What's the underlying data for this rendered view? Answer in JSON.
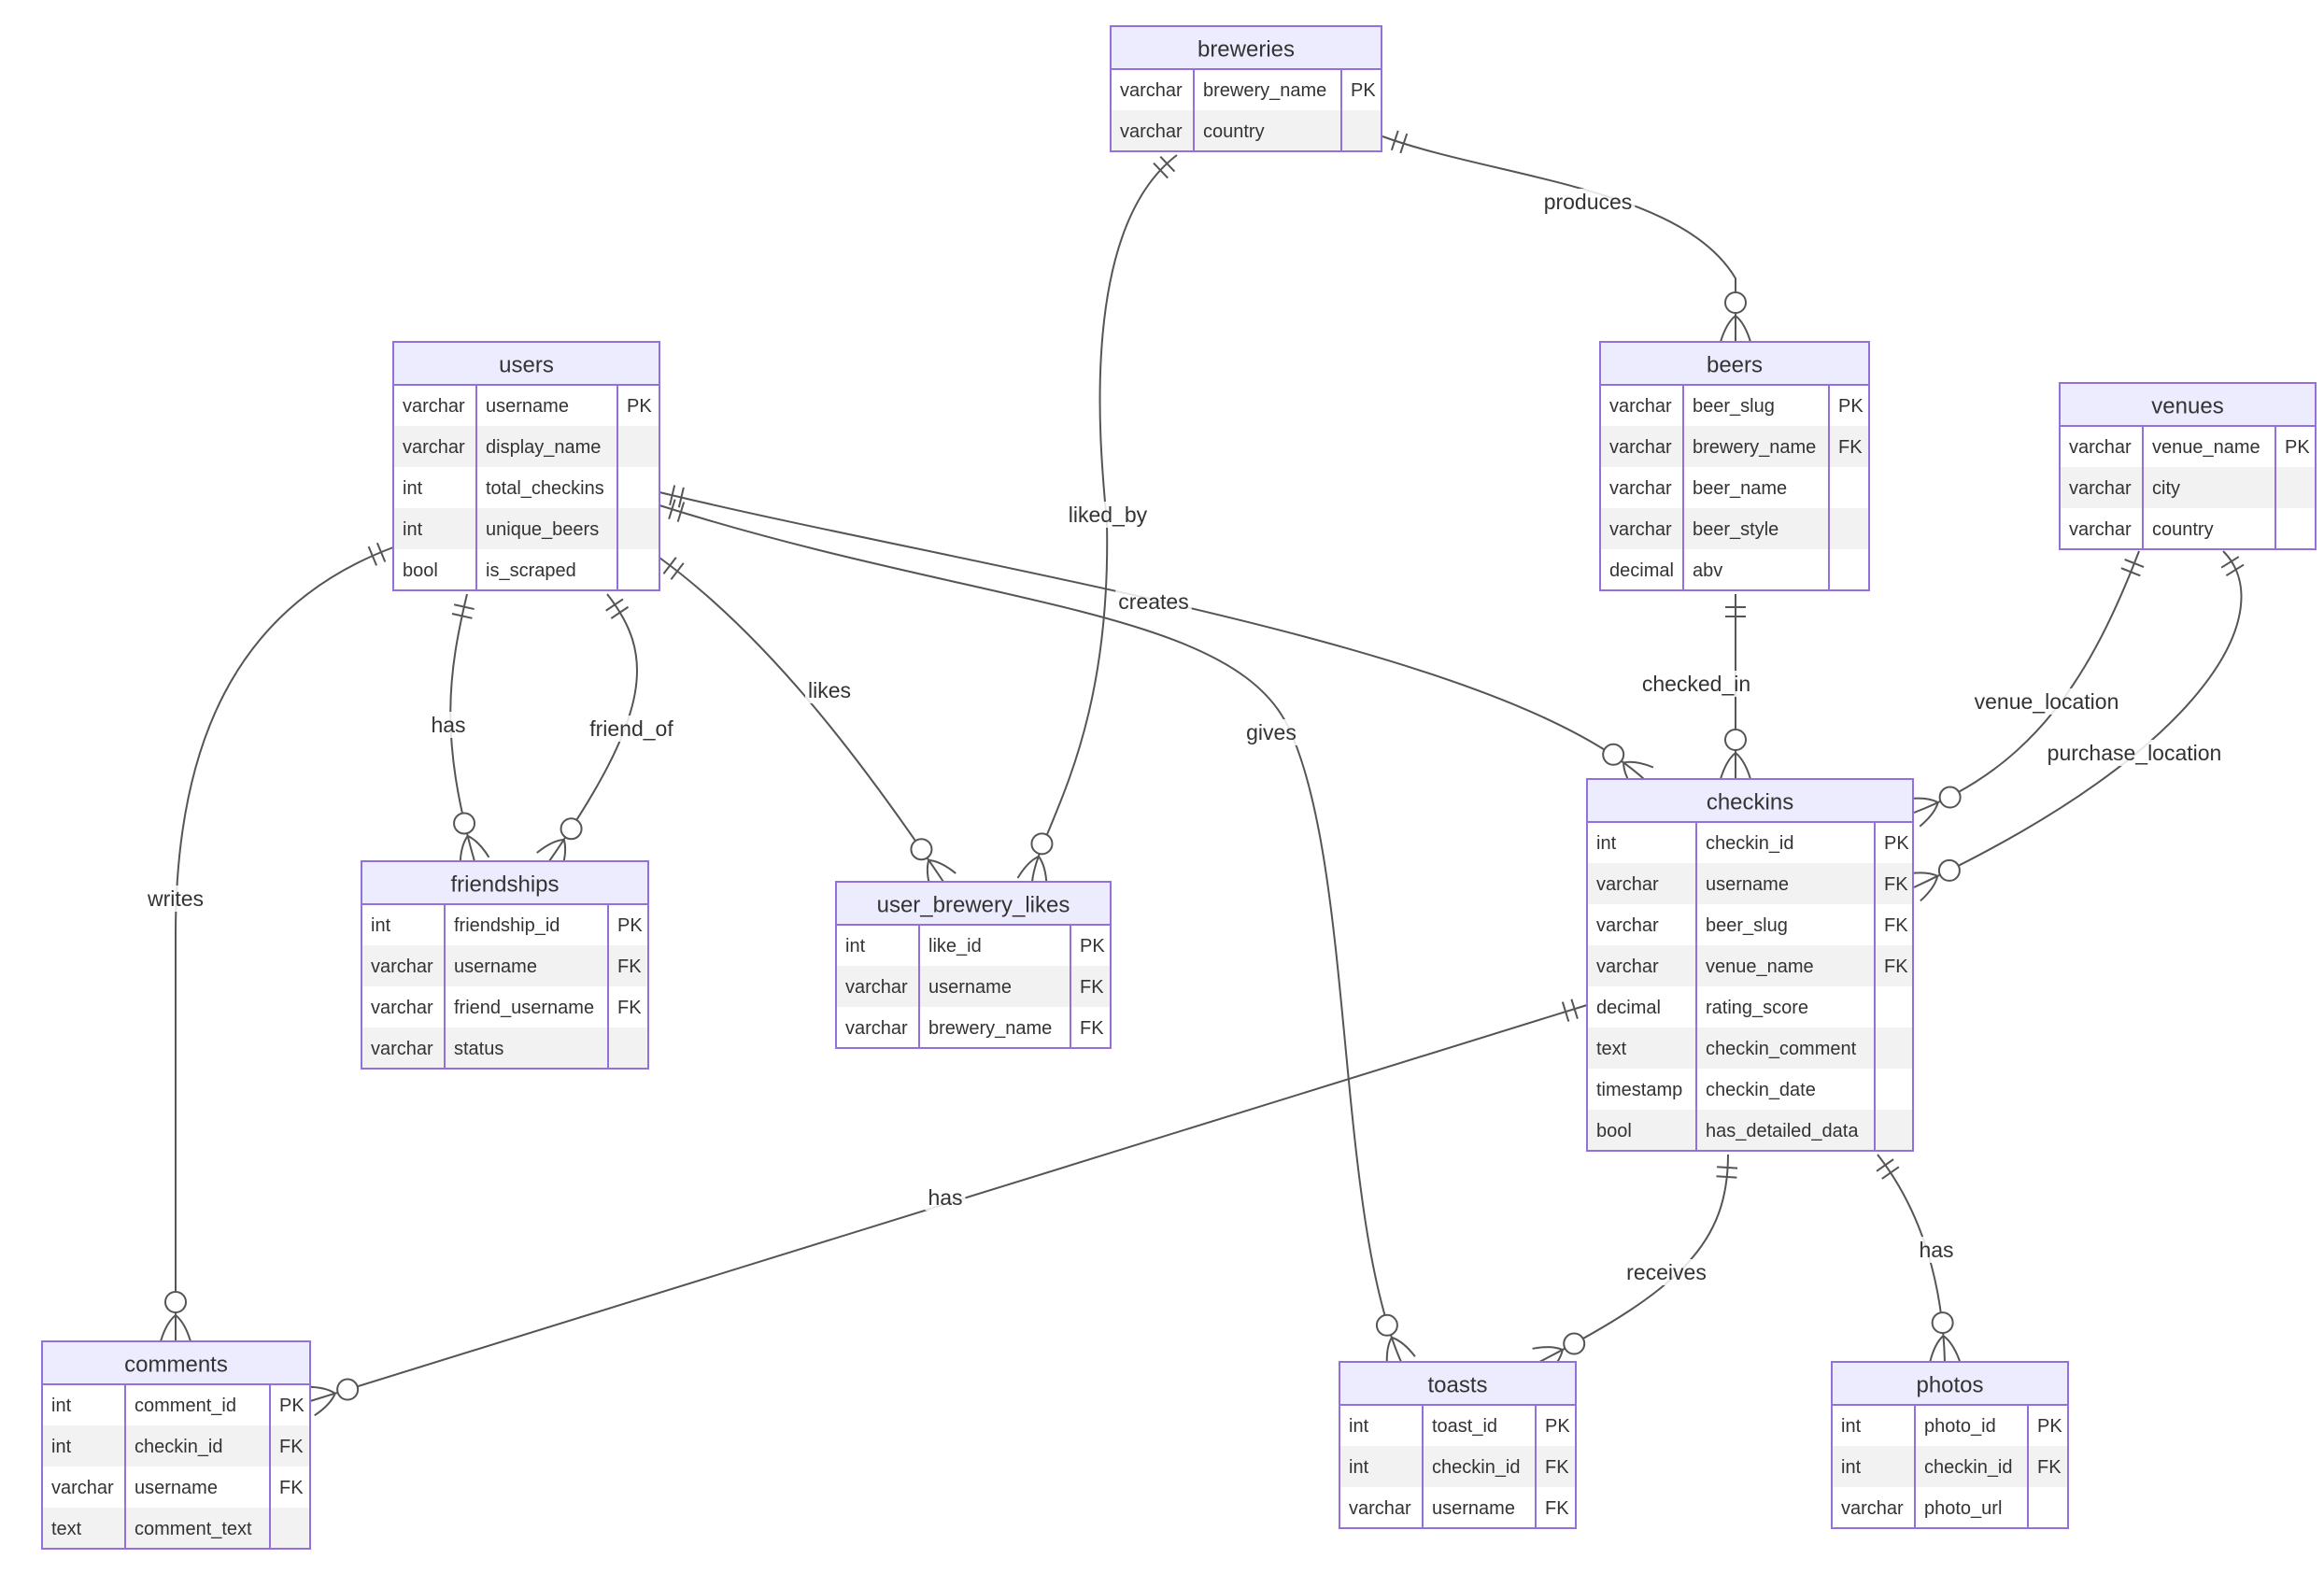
{
  "entities": {
    "breweries": {
      "name": "breweries",
      "attributes": [
        {
          "type": "varchar",
          "name": "brewery_name",
          "key": "PK"
        },
        {
          "type": "varchar",
          "name": "country",
          "key": ""
        }
      ]
    },
    "users": {
      "name": "users",
      "attributes": [
        {
          "type": "varchar",
          "name": "username",
          "key": "PK"
        },
        {
          "type": "varchar",
          "name": "display_name",
          "key": ""
        },
        {
          "type": "int",
          "name": "total_checkins",
          "key": ""
        },
        {
          "type": "int",
          "name": "unique_beers",
          "key": ""
        },
        {
          "type": "bool",
          "name": "is_scraped",
          "key": ""
        }
      ]
    },
    "beers": {
      "name": "beers",
      "attributes": [
        {
          "type": "varchar",
          "name": "beer_slug",
          "key": "PK"
        },
        {
          "type": "varchar",
          "name": "brewery_name",
          "key": "FK"
        },
        {
          "type": "varchar",
          "name": "beer_name",
          "key": ""
        },
        {
          "type": "varchar",
          "name": "beer_style",
          "key": ""
        },
        {
          "type": "decimal",
          "name": "abv",
          "key": ""
        }
      ]
    },
    "venues": {
      "name": "venues",
      "attributes": [
        {
          "type": "varchar",
          "name": "venue_name",
          "key": "PK"
        },
        {
          "type": "varchar",
          "name": "city",
          "key": ""
        },
        {
          "type": "varchar",
          "name": "country",
          "key": ""
        }
      ]
    },
    "checkins": {
      "name": "checkins",
      "attributes": [
        {
          "type": "int",
          "name": "checkin_id",
          "key": "PK"
        },
        {
          "type": "varchar",
          "name": "username",
          "key": "FK"
        },
        {
          "type": "varchar",
          "name": "beer_slug",
          "key": "FK"
        },
        {
          "type": "varchar",
          "name": "venue_name",
          "key": "FK"
        },
        {
          "type": "decimal",
          "name": "rating_score",
          "key": ""
        },
        {
          "type": "text",
          "name": "checkin_comment",
          "key": ""
        },
        {
          "type": "timestamp",
          "name": "checkin_date",
          "key": ""
        },
        {
          "type": "bool",
          "name": "has_detailed_data",
          "key": ""
        }
      ]
    },
    "friendships": {
      "name": "friendships",
      "attributes": [
        {
          "type": "int",
          "name": "friendship_id",
          "key": "PK"
        },
        {
          "type": "varchar",
          "name": "username",
          "key": "FK"
        },
        {
          "type": "varchar",
          "name": "friend_username",
          "key": "FK"
        },
        {
          "type": "varchar",
          "name": "status",
          "key": ""
        }
      ]
    },
    "user_brewery_likes": {
      "name": "user_brewery_likes",
      "attributes": [
        {
          "type": "int",
          "name": "like_id",
          "key": "PK"
        },
        {
          "type": "varchar",
          "name": "username",
          "key": "FK"
        },
        {
          "type": "varchar",
          "name": "brewery_name",
          "key": "FK"
        }
      ]
    },
    "comments": {
      "name": "comments",
      "attributes": [
        {
          "type": "int",
          "name": "comment_id",
          "key": "PK"
        },
        {
          "type": "int",
          "name": "checkin_id",
          "key": "FK"
        },
        {
          "type": "varchar",
          "name": "username",
          "key": "FK"
        },
        {
          "type": "text",
          "name": "comment_text",
          "key": ""
        }
      ]
    },
    "toasts": {
      "name": "toasts",
      "attributes": [
        {
          "type": "int",
          "name": "toast_id",
          "key": "PK"
        },
        {
          "type": "int",
          "name": "checkin_id",
          "key": "FK"
        },
        {
          "type": "varchar",
          "name": "username",
          "key": "FK"
        }
      ]
    },
    "photos": {
      "name": "photos",
      "attributes": [
        {
          "type": "int",
          "name": "photo_id",
          "key": "PK"
        },
        {
          "type": "int",
          "name": "checkin_id",
          "key": "FK"
        },
        {
          "type": "varchar",
          "name": "photo_url",
          "key": ""
        }
      ]
    }
  },
  "relationships": [
    {
      "id": "produces",
      "from": "breweries",
      "to": "beers",
      "label": "produces",
      "from_card": "exactly-one",
      "to_card": "zero-or-many"
    },
    {
      "id": "liked_by",
      "from": "breweries",
      "to": "user_brewery_likes",
      "label": "liked_by",
      "from_card": "exactly-one",
      "to_card": "zero-or-many"
    },
    {
      "id": "has_friendships",
      "from": "users",
      "to": "friendships",
      "label": "has",
      "from_card": "exactly-one",
      "to_card": "zero-or-many"
    },
    {
      "id": "friend_of",
      "from": "users",
      "to": "friendships",
      "label": "friend_of",
      "from_card": "exactly-one",
      "to_card": "zero-or-many"
    },
    {
      "id": "likes",
      "from": "users",
      "to": "user_brewery_likes",
      "label": "likes",
      "from_card": "exactly-one",
      "to_card": "zero-or-many"
    },
    {
      "id": "creates",
      "from": "users",
      "to": "checkins",
      "label": "creates",
      "from_card": "exactly-one",
      "to_card": "zero-or-many"
    },
    {
      "id": "gives",
      "from": "users",
      "to": "toasts",
      "label": "gives",
      "from_card": "exactly-one",
      "to_card": "zero-or-many"
    },
    {
      "id": "writes",
      "from": "users",
      "to": "comments",
      "label": "writes",
      "from_card": "exactly-one",
      "to_card": "zero-or-many"
    },
    {
      "id": "checked_in",
      "from": "beers",
      "to": "checkins",
      "label": "checked_in",
      "from_card": "exactly-one",
      "to_card": "zero-or-many"
    },
    {
      "id": "venue_location",
      "from": "venues",
      "to": "checkins",
      "label": "venue_location",
      "from_card": "exactly-one",
      "to_card": "zero-or-many"
    },
    {
      "id": "purchase_location",
      "from": "venues",
      "to": "checkins",
      "label": "purchase_location",
      "from_card": "exactly-one",
      "to_card": "zero-or-many"
    },
    {
      "id": "has_comments",
      "from": "checkins",
      "to": "comments",
      "label": "has",
      "from_card": "exactly-one",
      "to_card": "zero-or-many"
    },
    {
      "id": "receives",
      "from": "checkins",
      "to": "toasts",
      "label": "receives",
      "from_card": "exactly-one",
      "to_card": "zero-or-many"
    },
    {
      "id": "has_photos",
      "from": "checkins",
      "to": "photos",
      "label": "has",
      "from_card": "exactly-one",
      "to_card": "zero-or-many"
    }
  ],
  "colors": {
    "entity_fill": "#ececfe",
    "entity_border": "#9370db",
    "row_odd": "#ffffff",
    "row_even": "#f2f2f2",
    "line": "#555555",
    "text": "#333333"
  }
}
